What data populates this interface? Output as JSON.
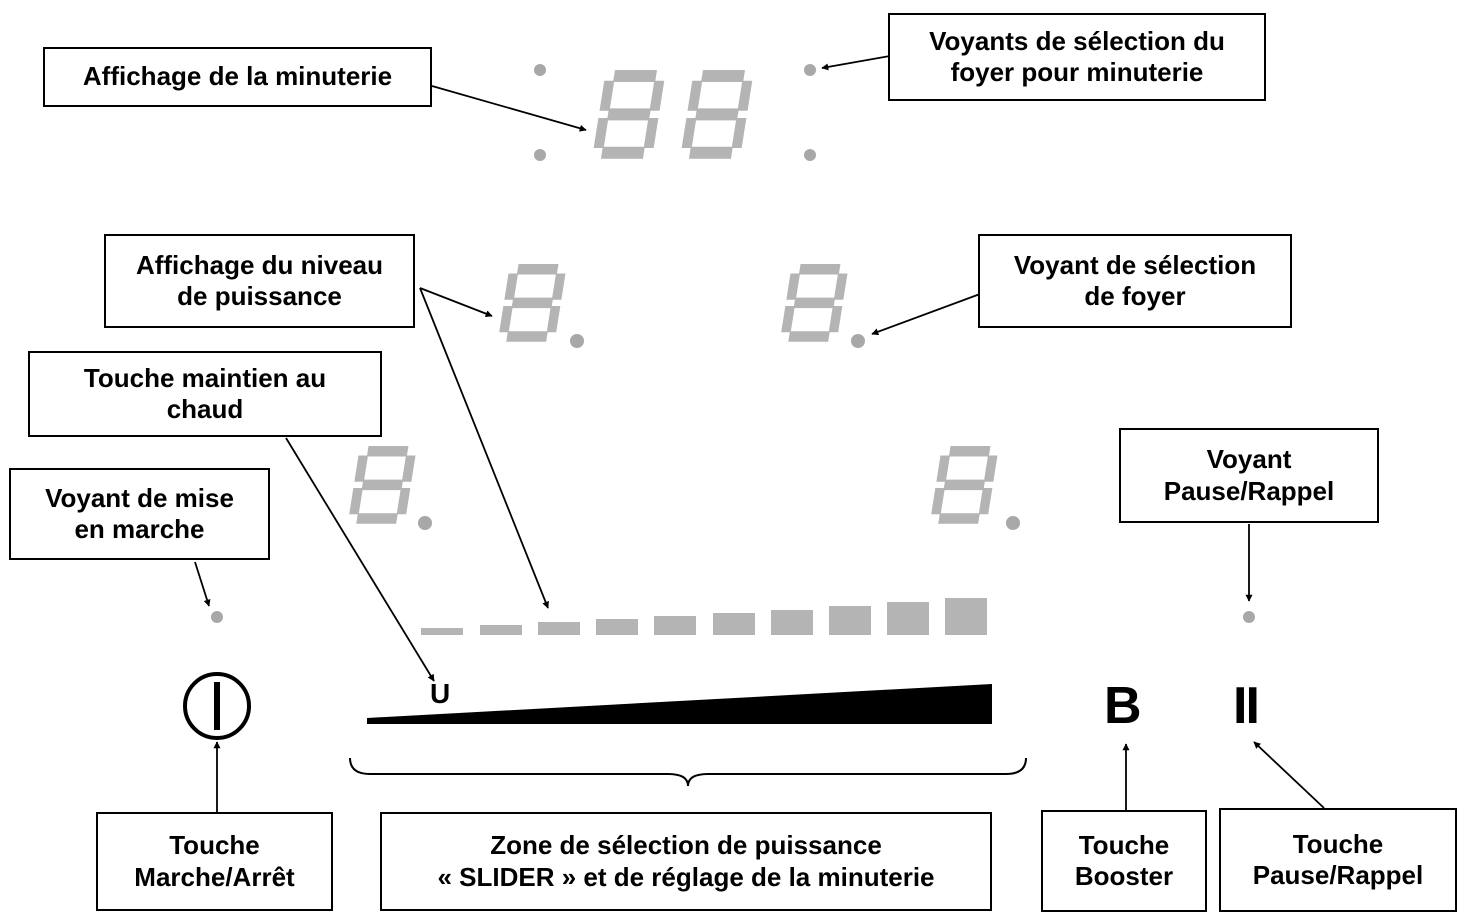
{
  "callouts": {
    "timer_display": [
      "Affichage de la minuterie"
    ],
    "zone_selection_timer": [
      "Voyants de sélection du",
      "foyer pour minuterie"
    ],
    "power_level_display": [
      "Affichage du niveau",
      "de puissance"
    ],
    "zone_selection": [
      "Voyant de sélection",
      "de foyer"
    ],
    "keep_warm_key": [
      "Touche maintien au",
      "chaud"
    ],
    "power_on_light": [
      "Voyant de mise",
      "en marche"
    ],
    "pause_recall_light": [
      "Voyant",
      "Pause/Rappel"
    ],
    "on_off_key": [
      "Touche",
      "Marche/Arrêt"
    ],
    "slider_zone": [
      "Zone de sélection de puissance",
      "« SLIDER » et de réglage de la minuterie"
    ],
    "booster_key": [
      "Touche",
      "Booster"
    ],
    "pause_recall_key": [
      "Touche",
      "Pause/Rappel"
    ]
  },
  "symbols": {
    "keep_warm": "U",
    "booster": "B",
    "pause": "II"
  },
  "colors": {
    "segment": "#b4b4b4",
    "led": "#a8a8a8",
    "ink": "#000000"
  }
}
